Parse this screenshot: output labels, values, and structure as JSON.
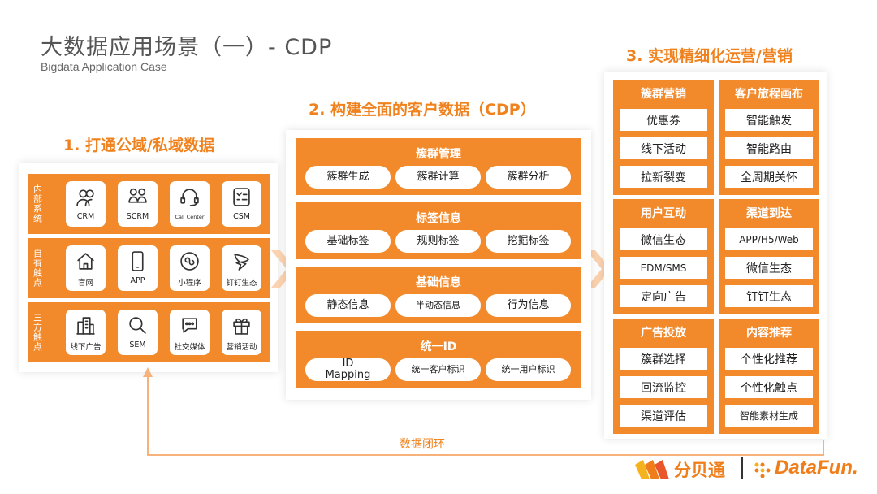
{
  "header": {
    "title": "大数据应用场景（一）- CDP",
    "subtitle": "Bigdata Application Case"
  },
  "section1": {
    "title": "1. 打通公域/私域数据",
    "rows": [
      {
        "label": "内部系统",
        "items": [
          {
            "label": "CRM",
            "icon": "people-icon"
          },
          {
            "label": "SCRM",
            "icon": "users-icon"
          },
          {
            "label": "Call Center",
            "icon": "headset-icon"
          },
          {
            "label": "CSM",
            "icon": "checklist-icon"
          }
        ]
      },
      {
        "label": "自有触点",
        "items": [
          {
            "label": "官网",
            "icon": "home-icon"
          },
          {
            "label": "APP",
            "icon": "phone-icon"
          },
          {
            "label": "小程序",
            "icon": "mini-program-icon"
          },
          {
            "label": "钉钉生态",
            "icon": "dingtalk-icon"
          }
        ]
      },
      {
        "label": "三方触点",
        "items": [
          {
            "label": "线下广告",
            "icon": "building-icon"
          },
          {
            "label": "SEM",
            "icon": "search-icon"
          },
          {
            "label": "社交媒体",
            "icon": "chat-icon"
          },
          {
            "label": "营销活动",
            "icon": "gift-icon"
          }
        ]
      }
    ]
  },
  "section2": {
    "title": "2. 构建全面的客户数据（CDP）",
    "blocks": [
      {
        "title": "簇群管理",
        "items": [
          "簇群生成",
          "簇群计算",
          "簇群分析"
        ]
      },
      {
        "title": "标签信息",
        "items": [
          "基础标签",
          "规则标签",
          "挖掘标签"
        ]
      },
      {
        "title": "基础信息",
        "items": [
          "静态信息",
          "半动态信息",
          "行为信息"
        ]
      },
      {
        "title": "统一ID",
        "items": [
          "ID\nMapping",
          "统一客户标识",
          "统一用户标识"
        ]
      }
    ]
  },
  "section3": {
    "title": "3. 实现精细化运营/营销",
    "cells": [
      {
        "title": "簇群营销",
        "items": [
          "优惠券",
          "线下活动",
          "拉新裂变"
        ]
      },
      {
        "title": "客户旅程画布",
        "items": [
          "智能触发",
          "智能路由",
          "全周期关怀"
        ]
      },
      {
        "title": "用户互动",
        "items": [
          "微信生态",
          "EDM/SMS",
          "定向广告"
        ]
      },
      {
        "title": "渠道到达",
        "items": [
          "APP/H5/Web",
          "微信生态",
          "钉钉生态"
        ]
      },
      {
        "title": "广告投放",
        "items": [
          "簇群选择",
          "回流监控",
          "渠道评估"
        ]
      },
      {
        "title": "内容推荐",
        "items": [
          "个性化推荐",
          "个性化触点",
          "智能素材生成"
        ]
      }
    ]
  },
  "loop": {
    "label": "数据闭环"
  },
  "logos": {
    "fenbeitong": "分贝通",
    "separator": "|",
    "datafun": "DataFun."
  },
  "colors": {
    "accent": "#f28a2c",
    "title_orange": "#f0821e",
    "arrow": "#fbd3b0"
  }
}
